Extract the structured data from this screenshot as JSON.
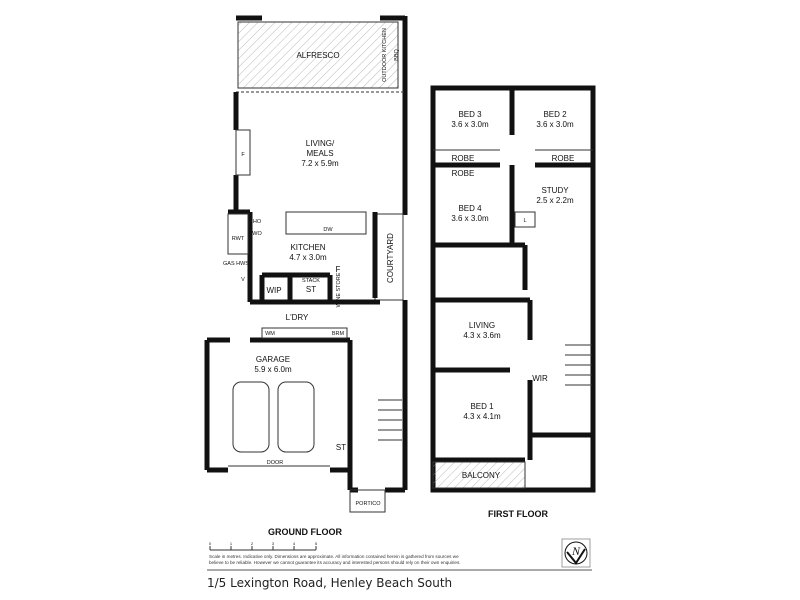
{
  "ground_floor": {
    "title": "GROUND FLOOR",
    "rooms": {
      "alfresco": "ALFRESCO",
      "outdoor_kitchen": "OUTDOOR KITCHEN",
      "bbq": "BBQ",
      "living_name": "LIVING/",
      "living_name2": "MEALS",
      "living_dim": "7.2 x 5.9m",
      "fireplace": "F",
      "ho": "HO",
      "wo": "WO",
      "rwt": "RWT",
      "gas_hws": "GAS HWS",
      "v": "V",
      "dw": "DW",
      "kitchen_name": "KITCHEN",
      "kitchen_dim": "4.7 x 3.0m",
      "fridge": "F",
      "wip": "WIP",
      "stack": "STACK",
      "st": "ST",
      "wine_store": "WINE STORE",
      "courtyard": "COURTYARD",
      "ldry": "L'DRY",
      "wm": "WM",
      "brm": "BRM",
      "garage_name": "GARAGE",
      "garage_dim": "5.9 x 6.0m",
      "garage_st": "ST",
      "door": "DOOR",
      "portico": "PORTICO"
    }
  },
  "first_floor": {
    "title": "FIRST FLOOR",
    "rooms": {
      "bed3_name": "BED 3",
      "bed3_dim": "3.6 x 3.0m",
      "bed2_name": "BED 2",
      "bed2_dim": "3.6 x 3.0m",
      "robe1": "ROBE",
      "robe2": "ROBE",
      "robe3": "ROBE",
      "bed4_name": "BED 4",
      "bed4_dim": "3.6 x 3.0m",
      "study_name": "STUDY",
      "study_dim": "2.5 x 2.2m",
      "linen": "L",
      "living_name": "LIVING",
      "living_dim": "4.3 x 3.6m",
      "wir": "WIR",
      "bed1_name": "BED 1",
      "bed1_dim": "4.3 x 4.1m",
      "balcony": "BALCONY"
    }
  },
  "scale": {
    "ticks": [
      "0",
      "1",
      "2",
      "3",
      "4",
      "5"
    ],
    "disclaimer1": "Scale in metres. Indicative only. Dimensions are approximate. All information contained herein is gathered from sources we",
    "disclaimer2": "believe to be reliable. However we cannot guarantee its accuracy and interested persons should rely on their own enquiries."
  },
  "compass": "N",
  "address": "1/5 Lexington Road, Henley Beach South"
}
